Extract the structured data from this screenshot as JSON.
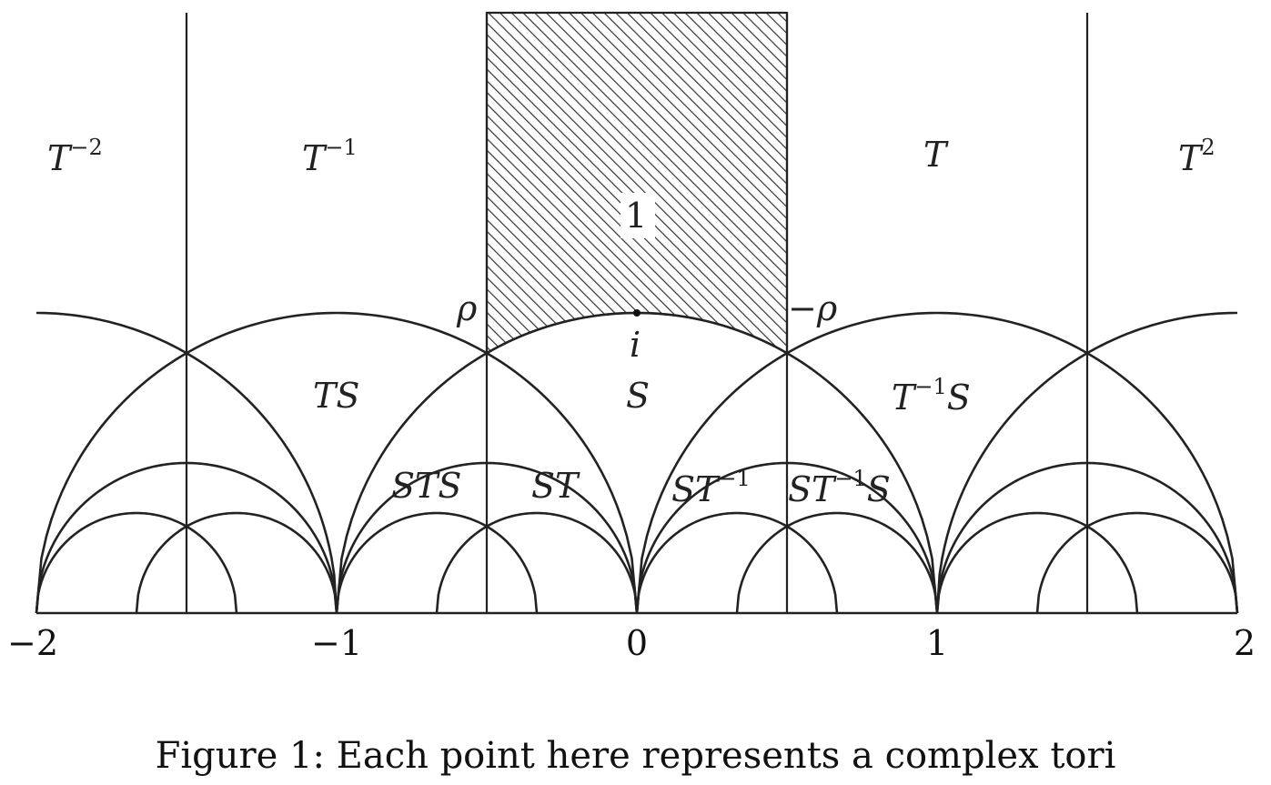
{
  "diagram": {
    "x_ticks": [
      {
        "value": -2,
        "label": "−2"
      },
      {
        "value": -1,
        "label": "−1"
      },
      {
        "value": 0,
        "label": "0"
      },
      {
        "value": 1,
        "label": "1"
      },
      {
        "value": 2,
        "label": "2"
      }
    ],
    "region_labels": {
      "t_minus_2": {
        "base": "T",
        "sup": "−2"
      },
      "t_minus_1": {
        "base": "T",
        "sup": "−1"
      },
      "t": {
        "base": "T",
        "sup": ""
      },
      "t_2": {
        "base": "T",
        "sup": "2"
      },
      "identity": {
        "base": "1",
        "sup": ""
      },
      "ts": {
        "base": "TS",
        "sup": ""
      },
      "s": {
        "base": "S",
        "sup": ""
      },
      "t_inv_s": {
        "base": "T",
        "sup": "−1",
        "tail": "S"
      },
      "sts": {
        "base": "STS",
        "sup": ""
      },
      "st": {
        "base": "ST",
        "sup": ""
      },
      "st_inv": {
        "base": "ST",
        "sup": "−1"
      },
      "st_inv_s": {
        "base": "ST",
        "sup": "−1",
        "tail": "S"
      }
    },
    "points": {
      "rho": "ρ",
      "neg_rho": "−ρ",
      "i": "i"
    }
  },
  "caption": "Figure 1: Each point here represents a complex tori"
}
